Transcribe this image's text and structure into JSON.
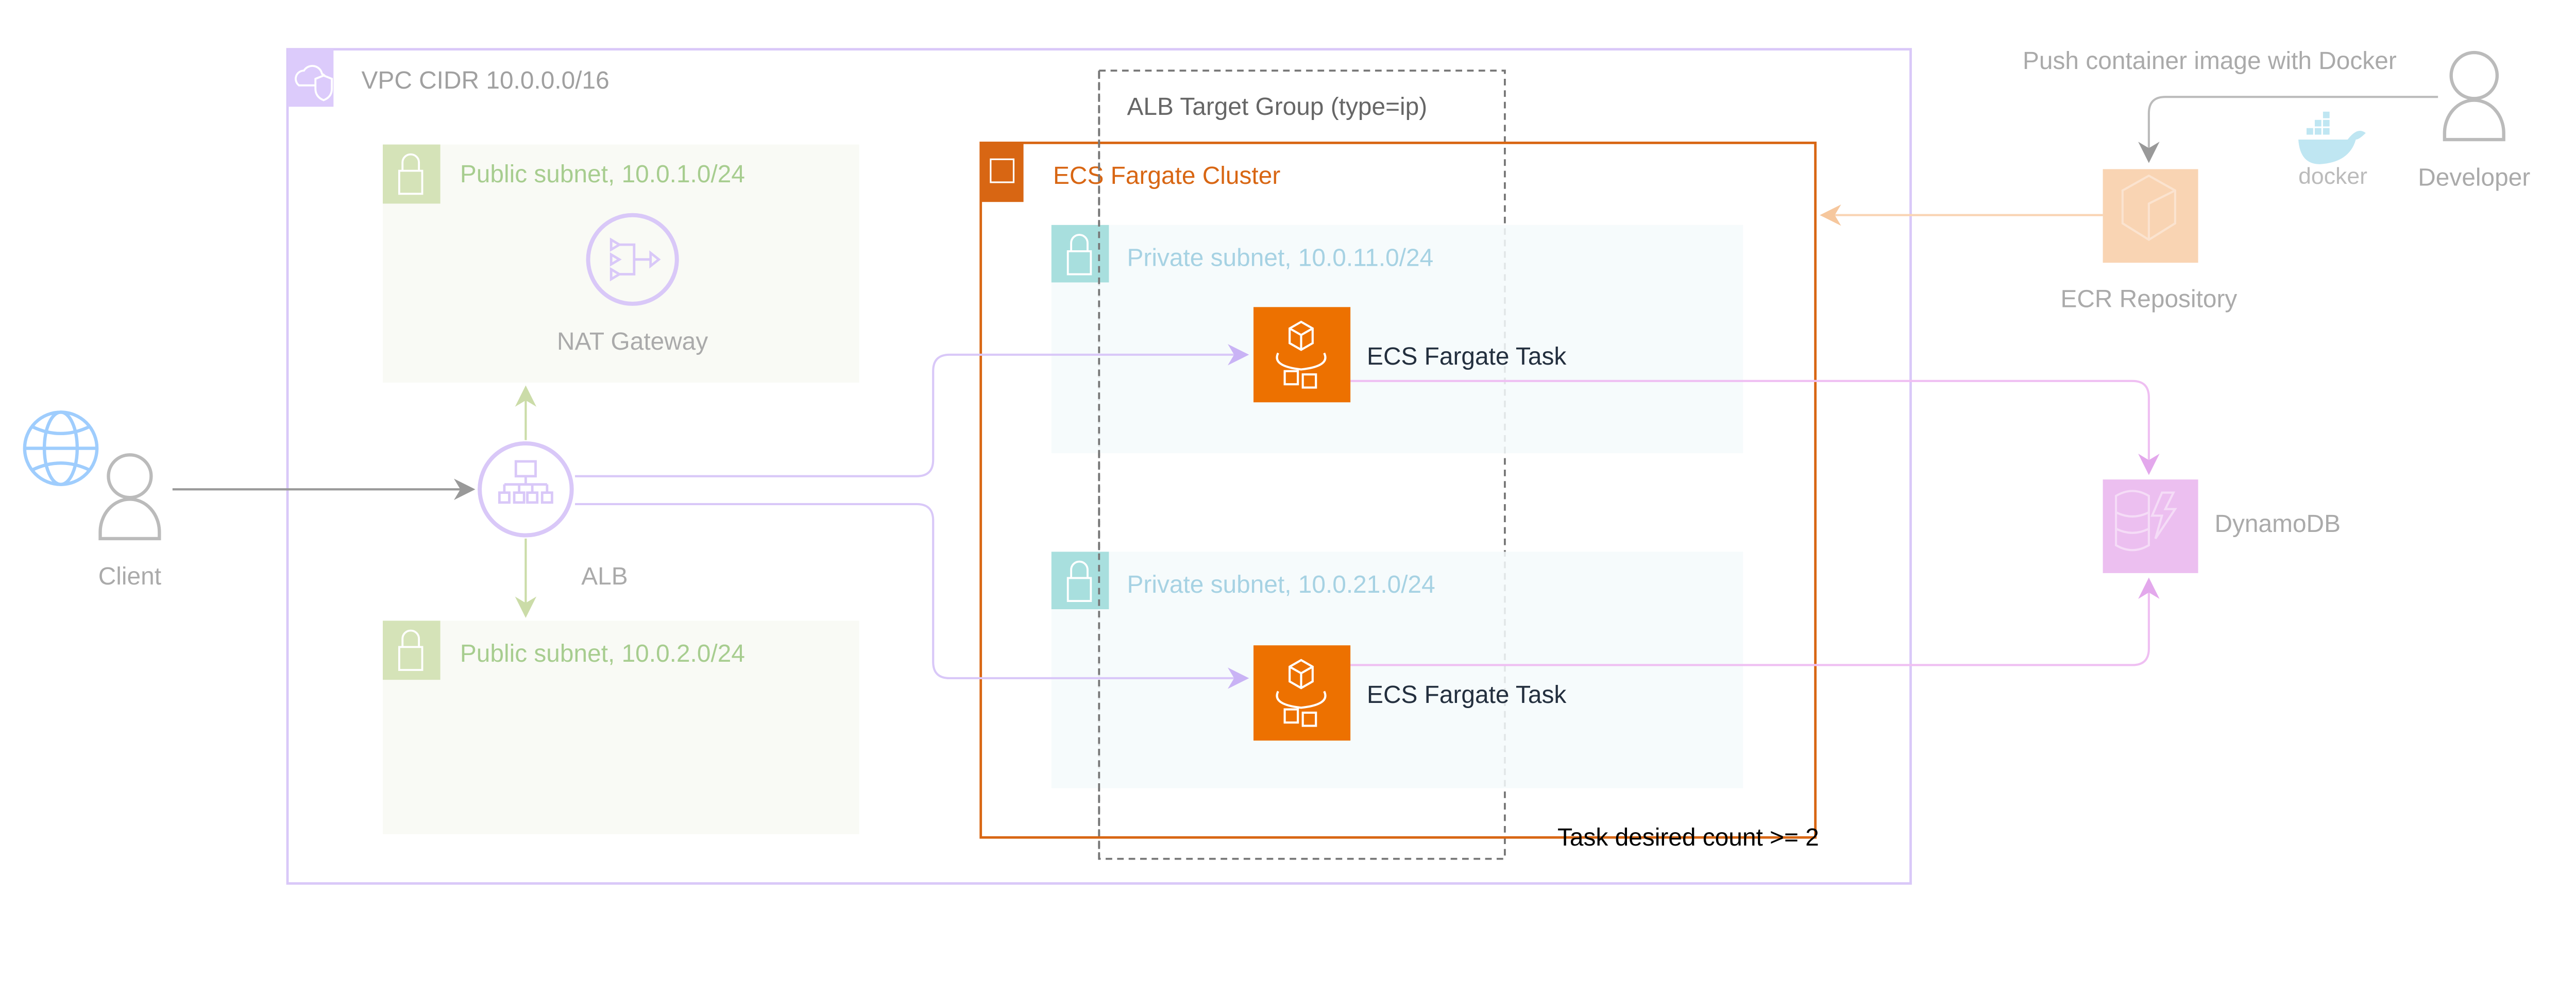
{
  "vpc": {
    "label": "VPC CIDR 10.0.0.0/16",
    "icon": "vpc-cloud-shield-icon"
  },
  "target_group": {
    "label": "ALB Target Group (type=ip)"
  },
  "cluster": {
    "label": "ECS Fargate Cluster",
    "icon": "chip-icon",
    "note": "Task desired count >= 2"
  },
  "public_subnets": [
    {
      "label": "Public subnet, 10.0.1.0/24",
      "icon": "lock-icon"
    },
    {
      "label": "Public subnet, 10.0.2.0/24",
      "icon": "lock-icon"
    }
  ],
  "private_subnets": [
    {
      "label": "Private subnet, 10.0.11.0/24",
      "icon": "lock-icon"
    },
    {
      "label": "Private subnet, 10.0.21.0/24",
      "icon": "lock-icon"
    }
  ],
  "nat": {
    "label": "NAT Gateway"
  },
  "alb": {
    "label": "ALB"
  },
  "client": {
    "label": "Client"
  },
  "tasks": [
    {
      "label": "ECS Fargate Task"
    },
    {
      "label": "ECS Fargate Task"
    }
  ],
  "dynamodb": {
    "label": "DynamoDB"
  },
  "ecr": {
    "label": "ECR Repository"
  },
  "developer": {
    "label": "Developer"
  },
  "push": {
    "label": "Push container image with Docker"
  },
  "docker": {
    "label": "docker"
  },
  "colors": {
    "vpc": "#d5c3f7",
    "cluster": "#d86613",
    "task": "#ed7100",
    "public": "#a7cd8f",
    "private": "#a6d2e3",
    "dynamodb": "#ecbff0",
    "ecr": "#f9d4b3"
  }
}
